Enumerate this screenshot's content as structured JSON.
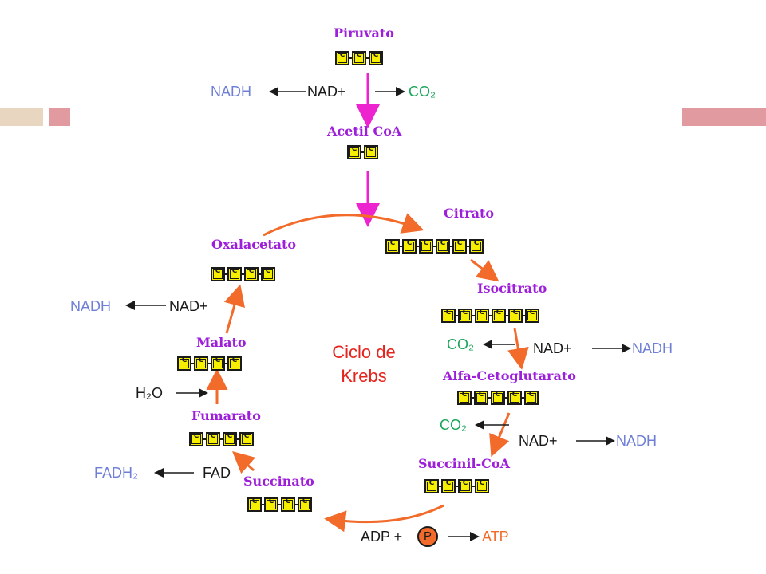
{
  "colors": {
    "purple": "#9d1fd9",
    "magenta": "#ee23d0",
    "orange": "#f26b2a",
    "blue": "#6f7fd6",
    "green": "#1aa55a",
    "red": "#e4241d",
    "carbon_fill": "#f7ef00",
    "deco_tan": "#e8d6c0",
    "deco_pink": "#e09aa0"
  },
  "title": [
    "Ciclo de",
    "Krebs"
  ],
  "carbon_symbol": "C",
  "molecules": {
    "piruvato": {
      "name": "Piruvato",
      "carbons": 3
    },
    "acetil_coa": {
      "name": "Acetil CoA",
      "carbons": 2
    },
    "citrato": {
      "name": "Citrato",
      "carbons": 6
    },
    "isocitrato": {
      "name": "Isocitrato",
      "carbons": 6
    },
    "alfa_cetoglutarato": {
      "name": "Alfa-Cetoglutarato",
      "carbons": 5
    },
    "succinil_coa": {
      "name": "Succinil-CoA",
      "carbons": 4
    },
    "succinato": {
      "name": "Succinato",
      "carbons": 4
    },
    "fumarato": {
      "name": "Fumarato",
      "carbons": 4
    },
    "malato": {
      "name": "Malato",
      "carbons": 4
    },
    "oxalacetato": {
      "name": "Oxalacetato",
      "carbons": 4
    }
  },
  "cofactors": {
    "nadh": "NADH",
    "nad": "NAD+",
    "co2": "CO₂",
    "fad": "FAD",
    "fadh2": "FADH₂",
    "h2o": "H₂O",
    "adp": "ADP +",
    "p": "P",
    "atp": "ATP"
  }
}
